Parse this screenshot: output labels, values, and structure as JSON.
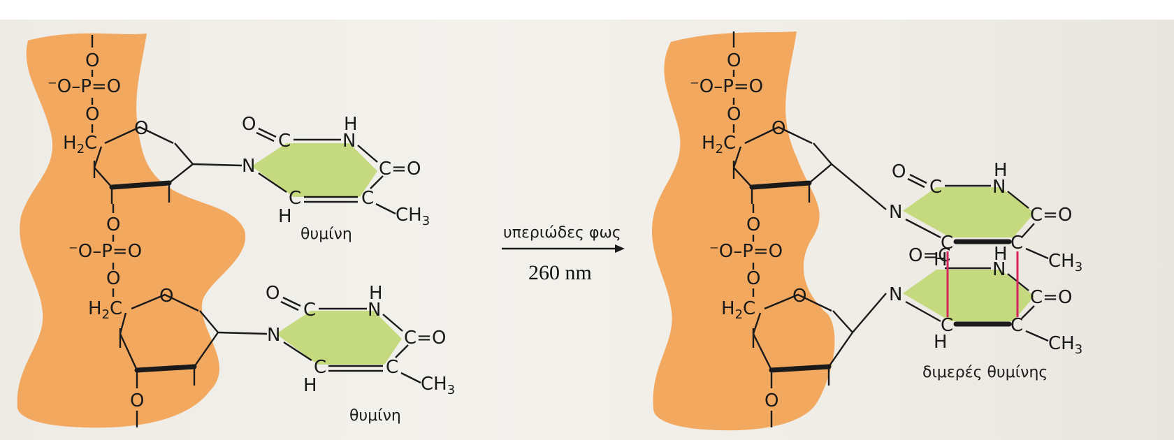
{
  "arrow_label": "υπεριώδες φως",
  "wavelength_label": "260 nm",
  "thymine_label_top": "θυμίνη",
  "thymine_label_bottom": "θυμίνη",
  "dimer_label": "διμερές θυμίνης",
  "atoms": {
    "O": "O",
    "P": "P",
    "N": "N",
    "C": "C",
    "H": "H",
    "phosphate_left": "⁻O–P=O",
    "h2c": "H",
    "h2c_sub": "2",
    "h2c_c": "C",
    "ch3": "CH",
    "ch3_sub": "3",
    "c_eq_o": "C=O",
    "o_eq_c": "O=C"
  },
  "colors": {
    "backbone": "#f2a85e",
    "base_fill": "#c5d97e",
    "dimer_bond": "#d6245c",
    "page": "#f1eee9"
  }
}
